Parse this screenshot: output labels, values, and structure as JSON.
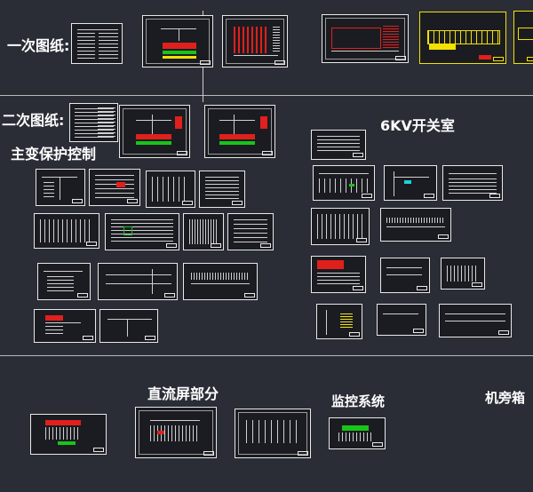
{
  "sections": {
    "primary_drawings": "一次图纸:",
    "secondary_drawings": "二次图纸:",
    "main_transformer_protection": "主变保护控制",
    "switchroom_6kv": "6KV开关室",
    "dc_panel": "直流屏部分",
    "monitoring_system": "监控系统",
    "machine_box": "机旁箱"
  },
  "colors": {
    "background": "#2a2d36",
    "sheet_border": "#e8e8e8",
    "highlight_red": "#e0201c",
    "highlight_green": "#18c418",
    "highlight_yellow": "#f2e200",
    "highlight_cyan": "#19d4d4"
  }
}
